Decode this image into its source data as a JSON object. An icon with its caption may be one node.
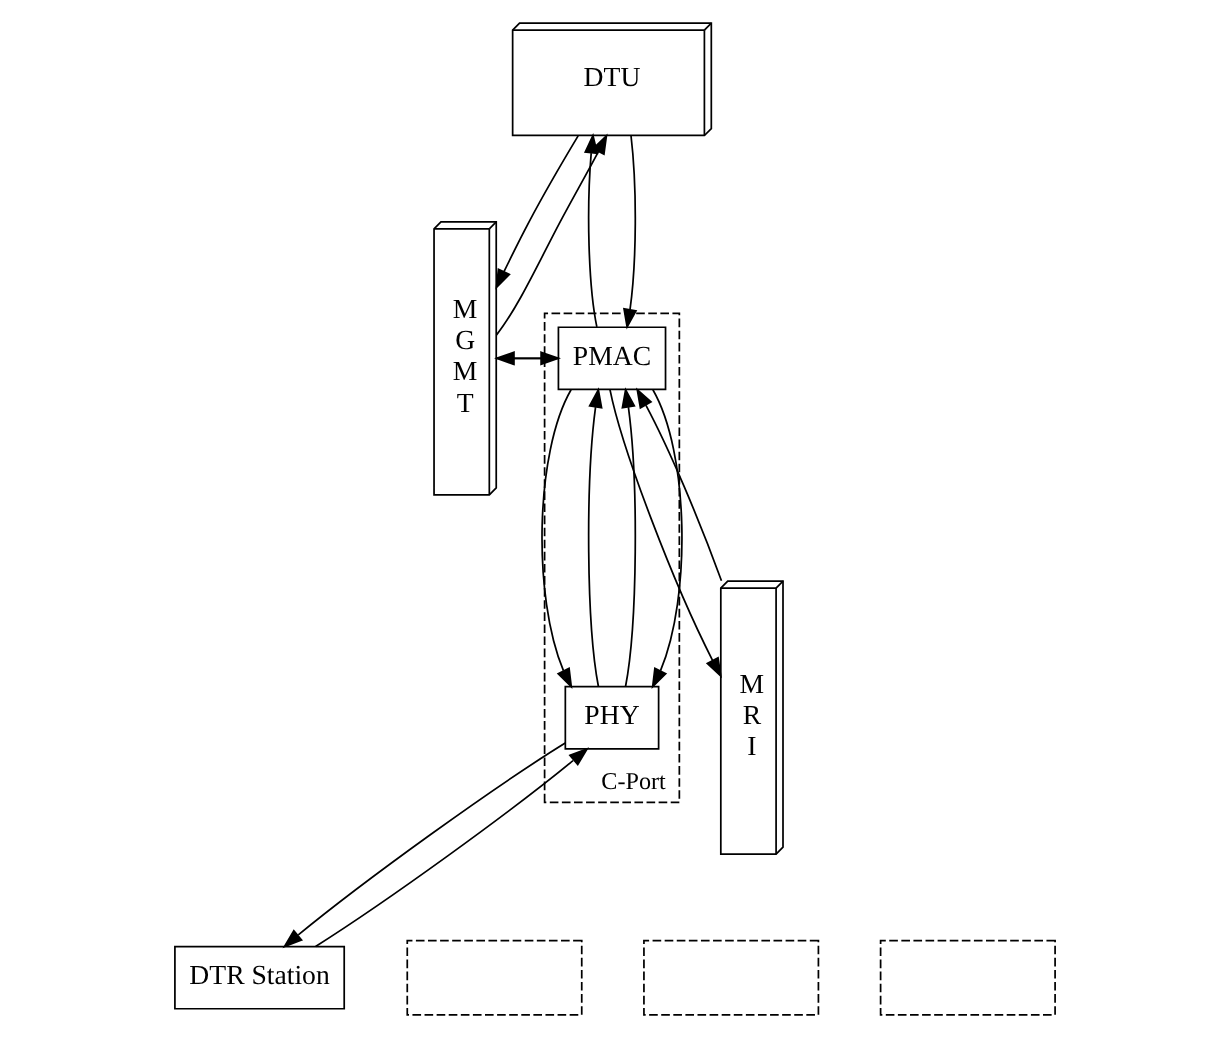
{
  "diagram": {
    "nodes": [
      {
        "text": [
          "M G M T"
        ]
      },
      {
        "text": [
          "DTU"
        ]
      },
      {
        "text": [
          "C-Port"
        ]
      },
      {
        "text": [
          "M R I"
        ]
      },
      {
        "text": [
          "PMAC"
        ],
        "in": 2
      },
      {
        "text": [
          "PHY"
        ],
        "in": 2
      },
      {
        "text": [
          "DTR Station"
        ]
      },
      {
        "text": [],
        "shape": "box"
      },
      {
        "text": [],
        "shape": "box"
      },
      {
        "text": [],
        "shape": "box"
      }
    ],
    "edges": [
      {
        "from": 1,
        "to": 0,
        "arrow": "to"
      },
      {
        "from": 0,
        "to": 1,
        "arrow": "to"
      },
      {
        "from": 1,
        "to": 4,
        "arrow": "to"
      },
      {
        "from": 4,
        "to": 1,
        "arrow": "to"
      },
      {
        "from": 4,
        "to": 3,
        "arrow": "to"
      },
      {
        "from": 3,
        "to": 4,
        "arrow": "to"
      },
      {
        "from": 0,
        "to": 4,
        "arrow": "to"
      },
      {
        "from": 4,
        "to": 0,
        "arrow": "to"
      },
      {
        "from": 4,
        "to": 5,
        "arrow": "to"
      },
      {
        "from": 5,
        "to": 4,
        "arrow": "to"
      },
      {
        "from": 5,
        "to": 4,
        "arrow": "to"
      },
      {
        "from": 4,
        "to": 5,
        "arrow": "to"
      },
      {
        "from": 5,
        "to": 6,
        "arrow": "to"
      },
      {
        "from": 6,
        "to": 5,
        "arrow": "to"
      }
    ]
  }
}
